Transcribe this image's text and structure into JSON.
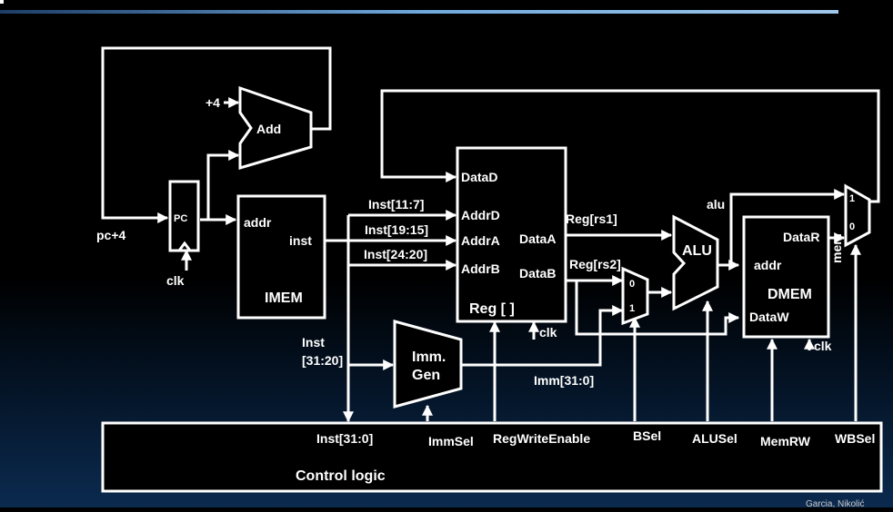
{
  "colors": {
    "background": "#000000",
    "wire": "#ffffff",
    "header_line": "#6fa8dc",
    "footer_glow": "#0b2a4f"
  },
  "labels": {
    "plus4": "+4",
    "add": "Add",
    "pc": "PC",
    "pc_plus4": "pc+4",
    "clk_pc": "clk",
    "imem_addr": "addr",
    "imem_inst": "inst",
    "imem": "IMEM",
    "inst_11_7": "Inst[11:7]",
    "inst_19_15": "Inst[19:15]",
    "inst_24_20": "Inst[24:20]",
    "dataD": "DataD",
    "addrD": "AddrD",
    "addrA": "AddrA",
    "addrB": "AddrB",
    "dataA": "DataA",
    "dataB": "DataB",
    "reg": "Reg [ ]",
    "clk_reg": "clk",
    "reg_rs1": "Reg[rs1]",
    "reg_rs2": "Reg[rs2]",
    "bmux_0": "0",
    "bmux_1": "1",
    "alu": "ALU",
    "alu_out": "alu",
    "dmem_addr": "addr",
    "dataR": "DataR",
    "dataW": "DataW",
    "dmem": "DMEM",
    "clk_dmem": "clk",
    "wbmux_1": "1",
    "wbmux_0": "0",
    "mem": "mem",
    "inst_31_20_a": "Inst",
    "inst_31_20_b": "[31:20]",
    "imm_gen_a": "Imm.",
    "imm_gen_b": "Gen",
    "imm": "Imm[31:0]",
    "inst_31_0": "Inst[31:0]",
    "immsel": "ImmSel",
    "regwriteenable": "RegWriteEnable",
    "bsel": "BSel",
    "alusel": "ALUSel",
    "memrw": "MemRW",
    "wbsel": "WBSel",
    "control_logic": "Control logic",
    "credit": "Garcia, Nikolić"
  }
}
